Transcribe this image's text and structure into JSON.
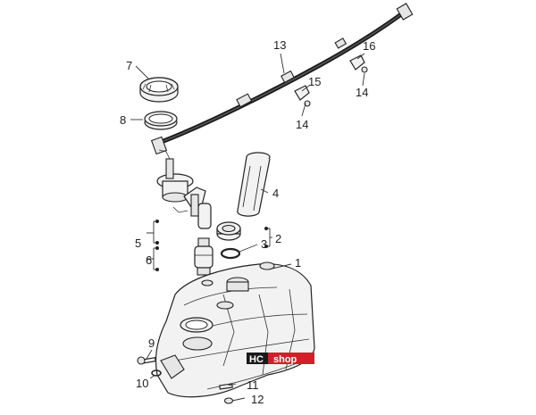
{
  "diagram": {
    "callouts": {
      "c1": "1",
      "c2": "2",
      "c3": "3",
      "c4": "4",
      "c5": "5",
      "c6": "6",
      "c7": "7",
      "c8": "8",
      "c9": "9",
      "c10": "10",
      "c11": "11",
      "c12": "12",
      "c13": "13",
      "c14a": "14",
      "c14b": "14",
      "c15": "15",
      "c16": "16"
    }
  },
  "watermark": {
    "left": "HC",
    "right": "shop",
    "colors": {
      "bg_left": "#1a1a1a",
      "bg_right": "#d0202a",
      "text": "#ffffff"
    }
  }
}
